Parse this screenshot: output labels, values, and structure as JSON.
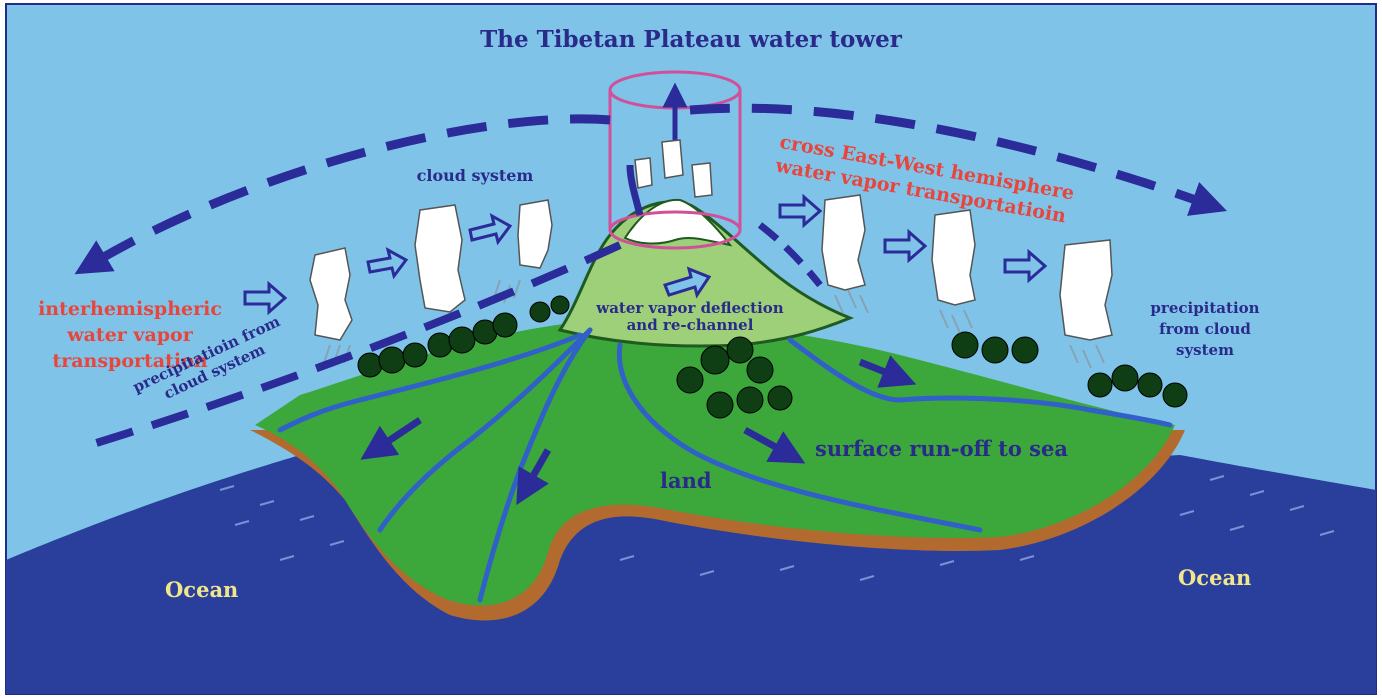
{
  "diagram": {
    "title": "The Tibetan Plateau water tower",
    "labels": {
      "cross_hemisphere": [
        "cross East-West hemisphere",
        "water vapor transportatioin"
      ],
      "interhemispheric": [
        "interhemispheric",
        "water vapor",
        "transportation"
      ],
      "cloud_system": "cloud system",
      "precip_right": [
        "precipitation",
        "from cloud",
        "system"
      ],
      "precip_left": [
        "precipitatioin from",
        "cloud system"
      ],
      "deflection": [
        "water vapor deflection",
        "and re-channel"
      ],
      "runoff": "surface run-off to sea",
      "land": "land",
      "ocean_left": "Ocean",
      "ocean_right": "Ocean"
    },
    "colors": {
      "sky": "#7fc4e8",
      "ocean": "#2a3f9c",
      "land": "#3ca83c",
      "plateau": "#9ed07a",
      "shore": "#b36a2e",
      "river": "#3060c8",
      "arrow": "#2b2b9a",
      "red_text": "#e8453c",
      "ocean_text": "#f0e68c",
      "cylinder": "#d0509a"
    }
  }
}
